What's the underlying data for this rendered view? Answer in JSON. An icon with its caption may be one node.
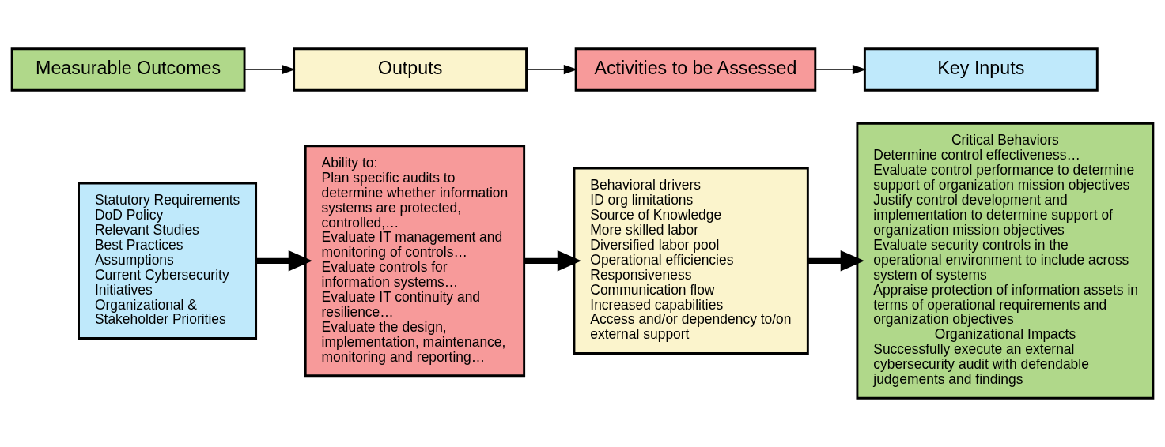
{
  "diagram": {
    "nodes": [
      {
        "text": [
          "Key Inputs"
        ]
      },
      {
        "text": [
          "Activities to be Assessed"
        ]
      },
      {
        "text": [
          "Outputs"
        ]
      },
      {
        "text": [
          "Measurable Outcomes"
        ]
      },
      {
        "text": [
          "Statutory Requirements",
          "DoD Policy",
          "Relevant Studies",
          "Best Practices",
          "Assumptions",
          "Current Cybersecurity Initiatives",
          "Organizational & Stakeholder Priorities"
        ]
      },
      {
        "text": [
          "Ability to:",
          "Plan specific audits to determine whether information systems are protected, controlled,…",
          "Evaluate IT management and monitoring of controls…",
          "Evaluate controls for information systems…",
          "Evaluate IT continuity and resilience…",
          "Evaluate the design, implementation, maintenance, monitoring and reporting…"
        ]
      },
      {
        "text": [
          "Behavioral drivers",
          "ID org limitations",
          "Source of Knowledge",
          "More skilled labor",
          "Diversified labor pool",
          "Operational efficiencies",
          "Responsiveness",
          "Communication flow",
          "Increased capabilities",
          "Access and/or dependency to/on external support"
        ]
      },
      {
        "text": [
          "Critical Behaviors",
          "Determine control effectiveness…",
          "Evaluate control performance to determine support of organization mission objectives",
          "Justify control development and implementation to determine support of organization mission objectives",
          "Evaluate security controls in the operational environment to include across system of systems",
          "Appraise protection of information assets in terms of operational requirements and organization objectives",
          "Organizational Impacts",
          "Successfully execute an external cybersecurity audit with defendable judgements and findings"
        ]
      }
    ],
    "edges": [
      {
        "from": 1,
        "to": 0,
        "arrow": "to"
      },
      {
        "from": 2,
        "to": 1,
        "arrow": "to"
      },
      {
        "from": 3,
        "to": 2,
        "arrow": "to"
      },
      {
        "from": 4,
        "to": 5,
        "arrow": "to",
        "style": "thick"
      },
      {
        "from": 5,
        "to": 6,
        "arrow": "to",
        "style": "thick"
      },
      {
        "from": 6,
        "to": 7,
        "arrow": "to",
        "style": "thick"
      }
    ]
  }
}
